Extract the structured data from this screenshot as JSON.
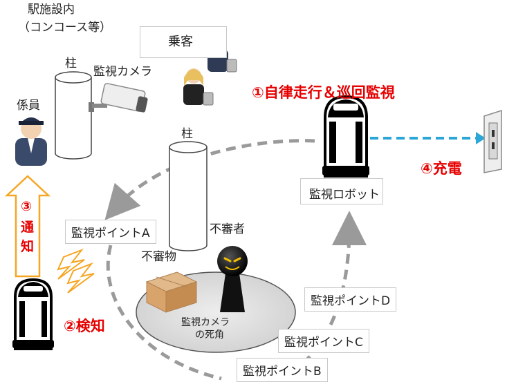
{
  "station": {
    "line1": "駅施設内",
    "line2": "（コンコース等）"
  },
  "labels": {
    "pillar_top": "柱",
    "pillar_center": "柱",
    "camera": "監視カメラ",
    "staff": "係員",
    "passenger": "乗客",
    "suspicious_person": "不審者",
    "suspicious_object": "不審物",
    "blind_spot_line1": "監視カメラ",
    "blind_spot_line2": "の死角"
  },
  "steps": {
    "step1": "①自律走行＆巡回監視",
    "step2": "②検知",
    "step3_num": "③",
    "step3_l1": "通",
    "step3_l2": "知",
    "step4": "④充電"
  },
  "robot_label": "監視ロボット",
  "points": {
    "a": "監視ポイントA",
    "b": "監視ポイントB",
    "c": "監視ポイントC",
    "d": "監視ポイントD"
  },
  "colors": {
    "accent_red": "#e60000",
    "notify_orange": "#f5a623",
    "charge_blue": "#2aa7d6",
    "path_gray": "#9a9a9a"
  }
}
